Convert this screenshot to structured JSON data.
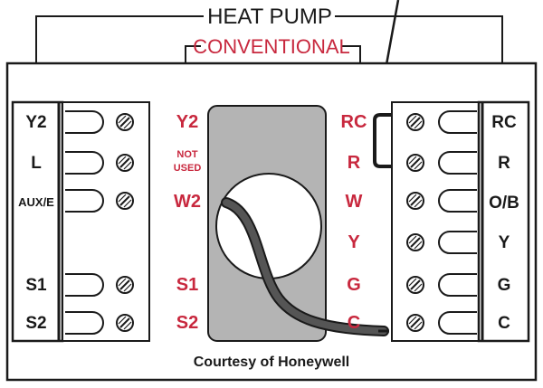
{
  "header": {
    "heat_pump_label": "HEAT PUMP",
    "conventional_label": "CONVENTIONAL"
  },
  "left_block": {
    "terminal_labels": [
      "Y2",
      "L",
      "AUX/E",
      "S1",
      "S2"
    ]
  },
  "left_conventional": {
    "labels": [
      "Y2",
      "W2",
      "S1",
      "S2"
    ],
    "not_used_line1": "NOT",
    "not_used_line2": "USED"
  },
  "right_conventional": {
    "labels": [
      "RC",
      "R",
      "W",
      "Y",
      "G",
      "C"
    ]
  },
  "right_block": {
    "terminal_labels": [
      "RC",
      "R",
      "O/B",
      "Y",
      "G",
      "C"
    ]
  },
  "footer": {
    "credit": "Courtesy of Honeywell"
  },
  "colors": {
    "conventional_red": "#c8283e",
    "line_black": "#1a1a1a",
    "wall_plate_gray": "#b4b4b4",
    "cable_gray": "#555555"
  }
}
